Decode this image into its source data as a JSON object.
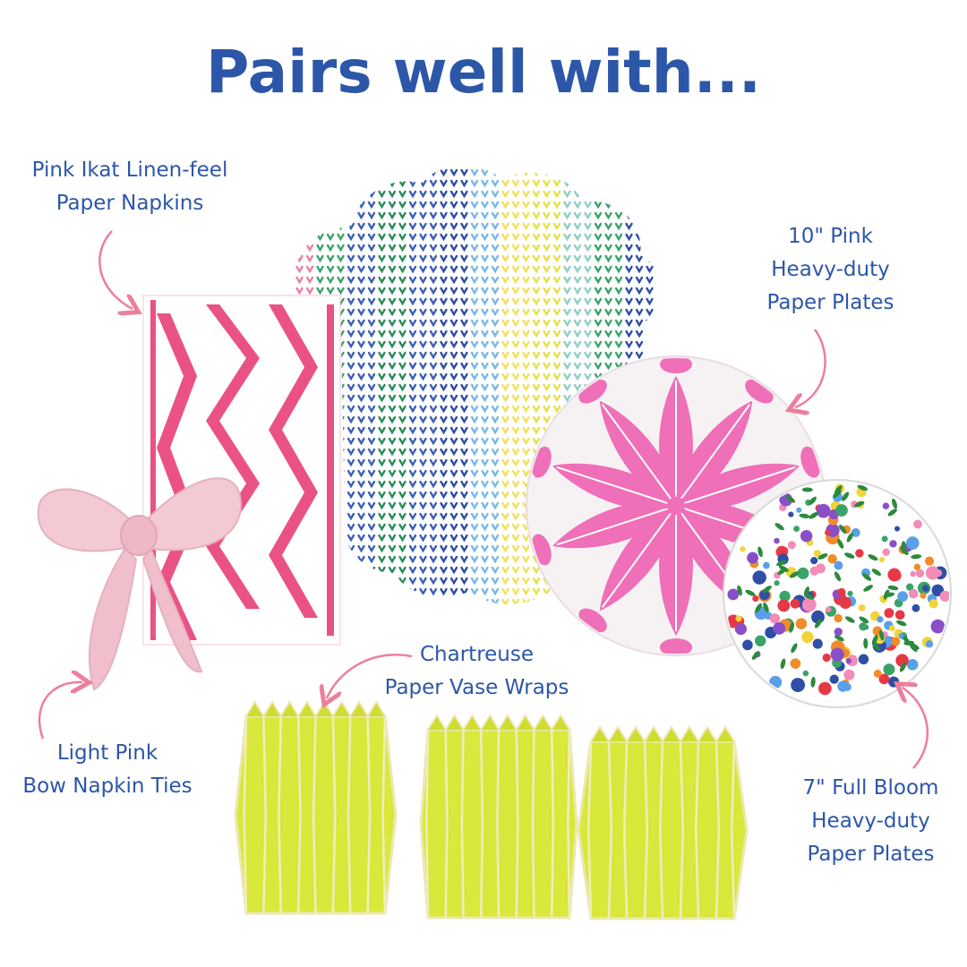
{
  "heading": "Pairs well with...",
  "products": {
    "napkins": {
      "line1": "Pink Ikat Linen-feel",
      "line2": "Paper Napkins"
    },
    "pink_plates": {
      "line1": "10\" Pink",
      "line2": "Heavy-duty",
      "line3": "Paper Plates"
    },
    "vase_wraps": {
      "line1": "Chartreuse",
      "line2": "Paper Vase Wraps"
    },
    "bow_ties": {
      "line1": "Light Pink",
      "line2": "Bow Napkin Ties"
    },
    "floral_plates": {
      "line1": "7\" Full Bloom",
      "line2": "Heavy-duty",
      "line3": "Paper Plates"
    }
  },
  "colors": {
    "heading": "#2c56a8",
    "arrow": "#ec7f9c",
    "ikat": "#e8407a",
    "pink_plate": "#ef6fb8",
    "chartreuse": "#d9e83a",
    "bow": "#f3c9d3"
  },
  "icons": [
    "curved-arrow-icon"
  ]
}
